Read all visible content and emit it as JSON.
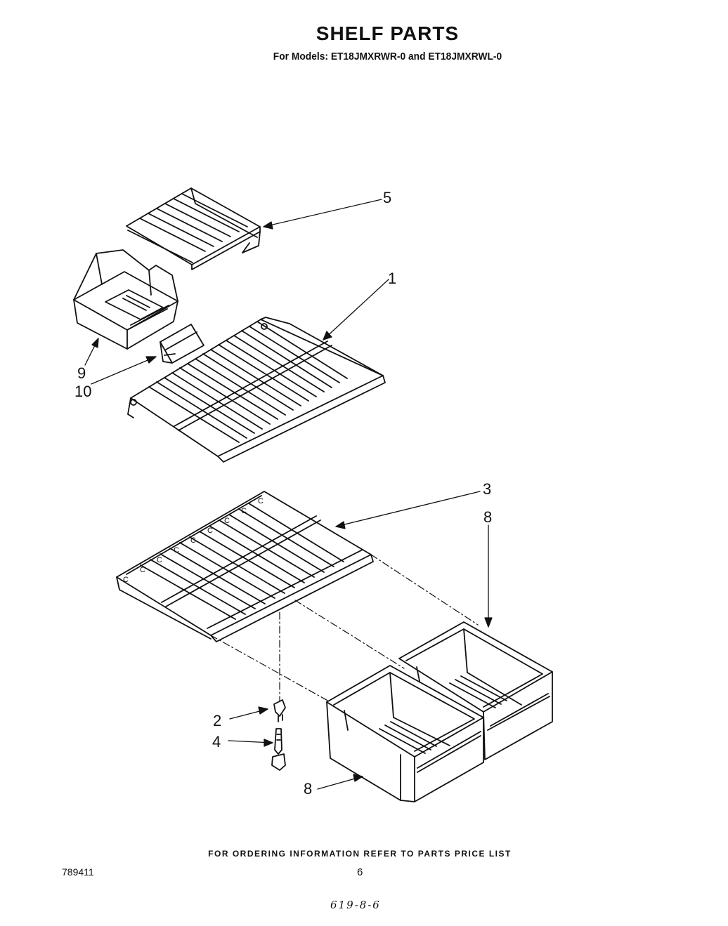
{
  "header": {
    "title": "SHELF PARTS",
    "subtitle": "For Models: ET18JMXRWR-0 and ET18JMXRWL-0"
  },
  "callouts": {
    "c1": "1",
    "c2": "2",
    "c3": "3",
    "c4": "4",
    "c5": "5",
    "c8a": "8",
    "c8b": "8",
    "c9": "9",
    "c10": "10"
  },
  "footer": {
    "note": "FOR ORDERING INFORMATION REFER TO PARTS PRICE LIST",
    "doc_number": "789411",
    "page_number": "6",
    "handwritten": "619-8-6"
  }
}
